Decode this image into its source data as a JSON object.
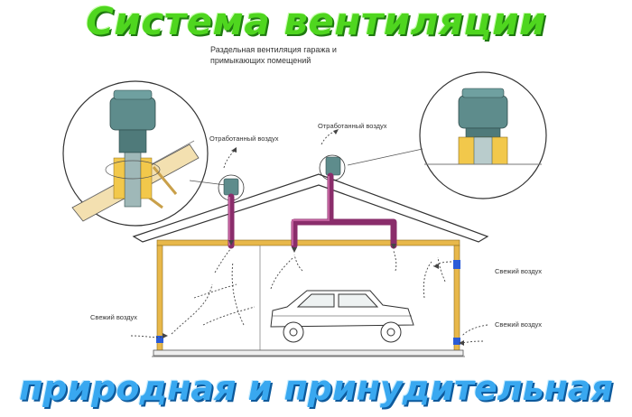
{
  "title": "Система вентиляции",
  "subtitle": "природная и принудительная",
  "diagram_caption_line1": "Раздельная вентиляция гаража и",
  "diagram_caption_line2": "примыкающих помещений",
  "labels": {
    "exhaust_left": "Отработанный воздух",
    "exhaust_right": "Отработанный воздух",
    "fresh_air_left": "Свежий воздух",
    "fresh_air_right_top": "Свежий воздух",
    "fresh_air_right_bottom": "Свежий воздух"
  },
  "colors": {
    "title": "#4fd61f",
    "subtitle": "#39a8f0",
    "duct": "#8a2d6b",
    "wall_frame": "#e8b84a",
    "roof_fan": "#5e8c8c"
  }
}
